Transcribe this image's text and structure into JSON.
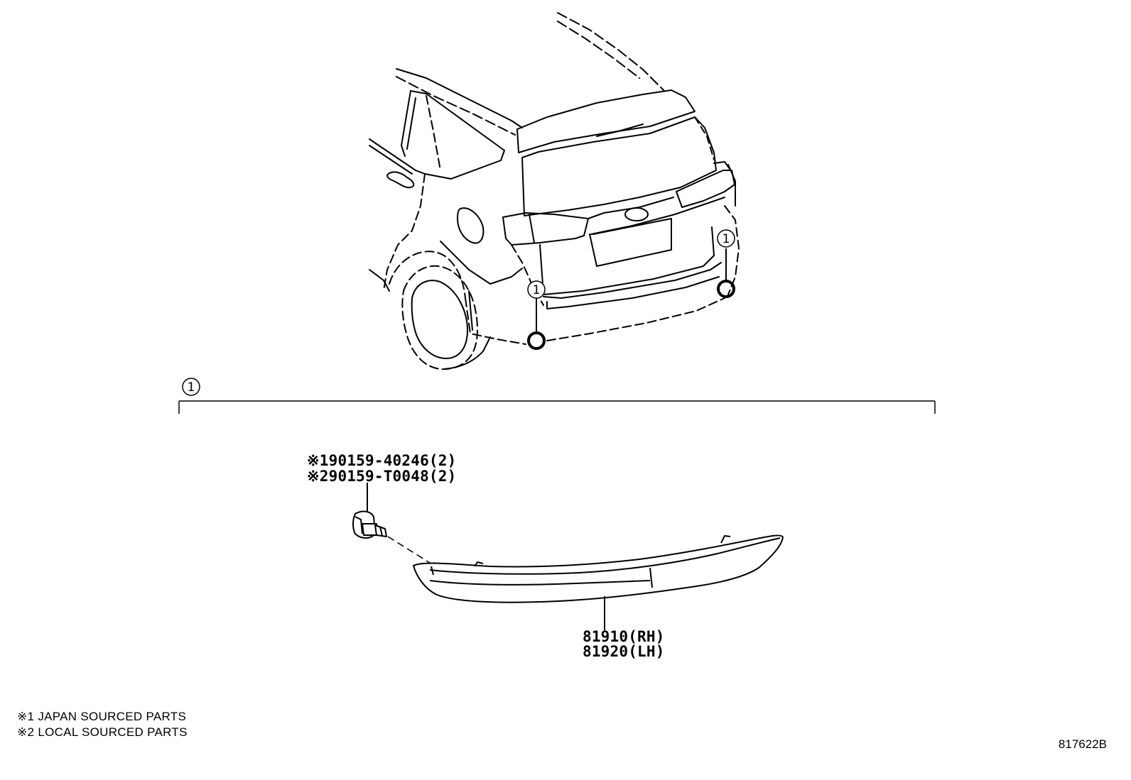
{
  "callout_number": "1",
  "fastener": {
    "line1": "※190159-40246(2)",
    "line2": "※290159-T0048(2)"
  },
  "reflector": {
    "rh": "81910(RH)",
    "lh": "81920(LH)"
  },
  "notes": {
    "note1": "※1 JAPAN SOURCED PARTS",
    "note2": "※2 LOCAL SOURCED PARTS"
  },
  "illustration_number": "817622B"
}
